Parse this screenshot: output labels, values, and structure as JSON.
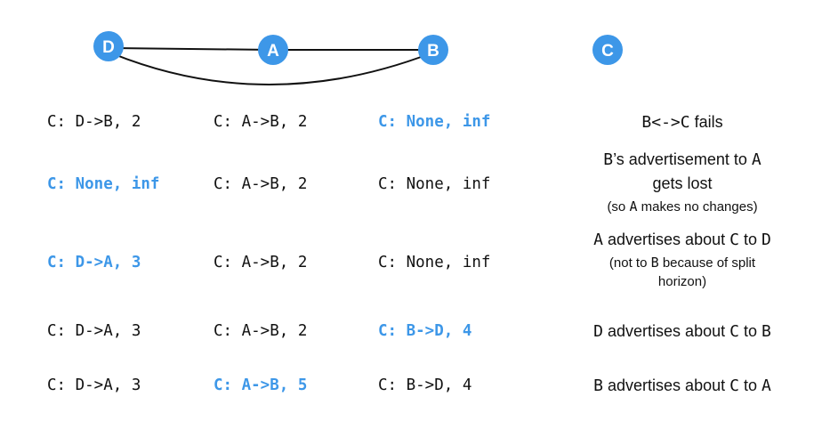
{
  "graph": {
    "nodes": [
      {
        "id": "D",
        "label": "D"
      },
      {
        "id": "A",
        "label": "A"
      },
      {
        "id": "B",
        "label": "B"
      },
      {
        "id": "C",
        "label": "C"
      }
    ],
    "node_color": "#3d97e8",
    "highlight_color": "#3d97e8"
  },
  "rows": [
    {
      "cells": [
        {
          "text": "C: D->B, 2",
          "highlight": false
        },
        {
          "text": "C: A->B, 2",
          "highlight": false
        },
        {
          "text": "C: None, inf",
          "highlight": true
        }
      ],
      "note_lines": [
        {
          "size": "big",
          "parts": [
            {
              "text": "B<->C",
              "mono": true
            },
            {
              "text": " fails",
              "mono": false
            }
          ]
        }
      ]
    },
    {
      "cells": [
        {
          "text": "C: None, inf",
          "highlight": true
        },
        {
          "text": "C: A->B, 2",
          "highlight": false
        },
        {
          "text": "C: None, inf",
          "highlight": false
        }
      ],
      "note_lines": [
        {
          "size": "big",
          "parts": [
            {
              "text": "B",
              "mono": true
            },
            {
              "text": "’s advertisement to ",
              "mono": false
            },
            {
              "text": "A",
              "mono": true
            }
          ]
        },
        {
          "size": "big",
          "parts": [
            {
              "text": "gets lost",
              "mono": false
            }
          ]
        },
        {
          "size": "small",
          "parts": [
            {
              "text": "(so ",
              "mono": false
            },
            {
              "text": "A",
              "mono": true
            },
            {
              "text": " makes no changes)",
              "mono": false
            }
          ]
        }
      ]
    },
    {
      "cells": [
        {
          "text": "C: D->A, 3",
          "highlight": true
        },
        {
          "text": "C: A->B, 2",
          "highlight": false
        },
        {
          "text": "C: None, inf",
          "highlight": false
        }
      ],
      "note_lines": [
        {
          "size": "big",
          "parts": [
            {
              "text": "A",
              "mono": true
            },
            {
              "text": " advertises about ",
              "mono": false
            },
            {
              "text": "C",
              "mono": true
            },
            {
              "text": " to ",
              "mono": false
            },
            {
              "text": "D",
              "mono": true
            }
          ]
        },
        {
          "size": "small",
          "parts": [
            {
              "text": "(not to ",
              "mono": false
            },
            {
              "text": "B",
              "mono": true
            },
            {
              "text": " because of split",
              "mono": false
            }
          ]
        },
        {
          "size": "small",
          "parts": [
            {
              "text": "horizon)",
              "mono": false
            }
          ]
        }
      ]
    },
    {
      "cells": [
        {
          "text": "C: D->A, 3",
          "highlight": false
        },
        {
          "text": "C: A->B, 2",
          "highlight": false
        },
        {
          "text": "C: B->D, 4",
          "highlight": true
        }
      ],
      "note_lines": [
        {
          "size": "big",
          "parts": [
            {
              "text": "D",
              "mono": true
            },
            {
              "text": " advertises about ",
              "mono": false
            },
            {
              "text": "C",
              "mono": true
            },
            {
              "text": " to ",
              "mono": false
            },
            {
              "text": "B",
              "mono": true
            }
          ]
        }
      ]
    },
    {
      "cells": [
        {
          "text": "C: D->A, 3",
          "highlight": false
        },
        {
          "text": "C: A->B, 5",
          "highlight": true
        },
        {
          "text": "C: B->D, 4",
          "highlight": false
        }
      ],
      "note_lines": [
        {
          "size": "big",
          "parts": [
            {
              "text": "B",
              "mono": true
            },
            {
              "text": " advertises about ",
              "mono": false
            },
            {
              "text": "C",
              "mono": true
            },
            {
              "text": " to ",
              "mono": false
            },
            {
              "text": "A",
              "mono": true
            }
          ]
        }
      ]
    }
  ]
}
